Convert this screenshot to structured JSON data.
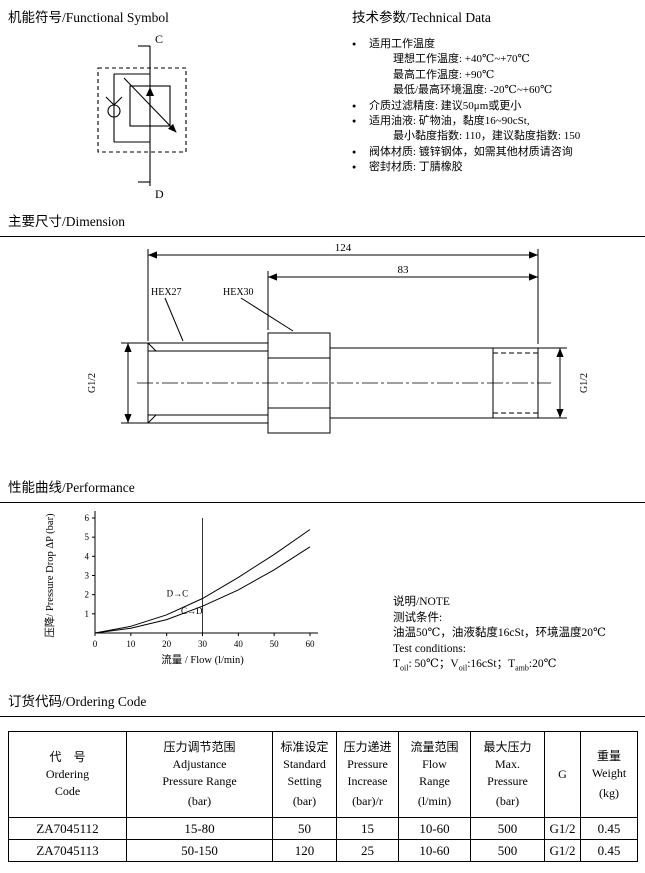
{
  "functional": {
    "title": "机能符号/Functional Symbol",
    "port_top": "C",
    "port_bottom": "D"
  },
  "technical": {
    "title": "技术参数/Technical Data",
    "items": [
      {
        "text": "适用工作温度"
      },
      {
        "text": "理想工作温度: +40℃~+70℃"
      },
      {
        "text": "最高工作温度: +90℃"
      },
      {
        "text": "最低/最高环境温度: -20℃~+60℃"
      },
      {
        "text": "介质过滤精度: 建议50μm或更小"
      },
      {
        "text": "适用油液: 矿物油，黏度16~90cSt,"
      },
      {
        "text": "最小黏度指数: 110，建议黏度指数: 150"
      },
      {
        "text": "阀体材质: 镀锌钢体，如需其他材质请咨询"
      },
      {
        "text": "密封材质: 丁腈橡胶"
      }
    ]
  },
  "dimension": {
    "title": "主要尺寸/Dimension",
    "dim_overall": "124",
    "dim_thread": "83",
    "hex_small": "HEX27",
    "hex_large": "HEX30",
    "thread_left": "G1/2",
    "thread_right": "G1/2"
  },
  "performance": {
    "title": "性能曲线/Performance",
    "note": {
      "l1": "说明/NOTE",
      "l2": "测试条件:",
      "l3": "油温50℃，油液黏度16cSt，环境温度20℃",
      "l4": "Test conditions:",
      "t1": "T",
      "t1s": "oil",
      "t2": ": 50℃；V",
      "t2s": "oil",
      "t3": ":16cSt；T",
      "t3s": "amb",
      "t4": ":20℃"
    }
  },
  "chart_data": {
    "type": "line",
    "title": "",
    "xlabel": "流量 / Flow  (l/min)",
    "ylabel": "压降/ Pressure Drop  ΔP (bar)",
    "xlim": [
      0,
      60
    ],
    "ylim": [
      0,
      6
    ],
    "xtick": 10,
    "ytick": 1,
    "grid": false,
    "marker_x": 30,
    "series": [
      {
        "name": "D→C",
        "points": [
          [
            0,
            0
          ],
          [
            10,
            0.35
          ],
          [
            20,
            0.95
          ],
          [
            30,
            1.8
          ],
          [
            40,
            2.9
          ],
          [
            50,
            4.1
          ],
          [
            60,
            5.4
          ]
        ]
      },
      {
        "name": "C→D",
        "points": [
          [
            0,
            0
          ],
          [
            10,
            0.25
          ],
          [
            20,
            0.7
          ],
          [
            30,
            1.4
          ],
          [
            40,
            2.25
          ],
          [
            50,
            3.3
          ],
          [
            60,
            4.5
          ]
        ]
      }
    ],
    "labels": [
      {
        "text": "D→C",
        "x": 20,
        "y": 1.9
      },
      {
        "text": "C→D",
        "x": 24,
        "y": 1.0
      }
    ]
  },
  "ordering": {
    "title": "订货代码/Ordering Code",
    "headers": [
      {
        "l1": "代　号",
        "l2": "Ordering",
        "l3": "Code"
      },
      {
        "l1": "压力调节范围",
        "l2": "Adjustance",
        "l3": "Pressure Range",
        "l4": "(bar)"
      },
      {
        "l1": "标准设定",
        "l2": "Standard",
        "l3": "Setting",
        "l4": "(bar)"
      },
      {
        "l1": "压力递进",
        "l2": "Pressure",
        "l3": "Increase",
        "l4": "(bar)/r"
      },
      {
        "l1": "流量范围",
        "l2": "Flow",
        "l3": "Range",
        "l4": "(l/min)"
      },
      {
        "l1": "最大压力",
        "l2": "Max.",
        "l3": "Pressure",
        "l4": "(bar)"
      },
      {
        "l1": "G"
      },
      {
        "l1": "重量",
        "l2": "Weight",
        "l4": "(kg)"
      }
    ],
    "rows": [
      {
        "code": "ZA7045112",
        "range": "15-80",
        "setting": "50",
        "increase": "15",
        "flow": "10-60",
        "max": "500",
        "g": "G1/2",
        "weight": "0.45"
      },
      {
        "code": "ZA7045113",
        "range": "50-150",
        "setting": "120",
        "increase": "25",
        "flow": "10-60",
        "max": "500",
        "g": "G1/2",
        "weight": "0.45"
      }
    ]
  }
}
